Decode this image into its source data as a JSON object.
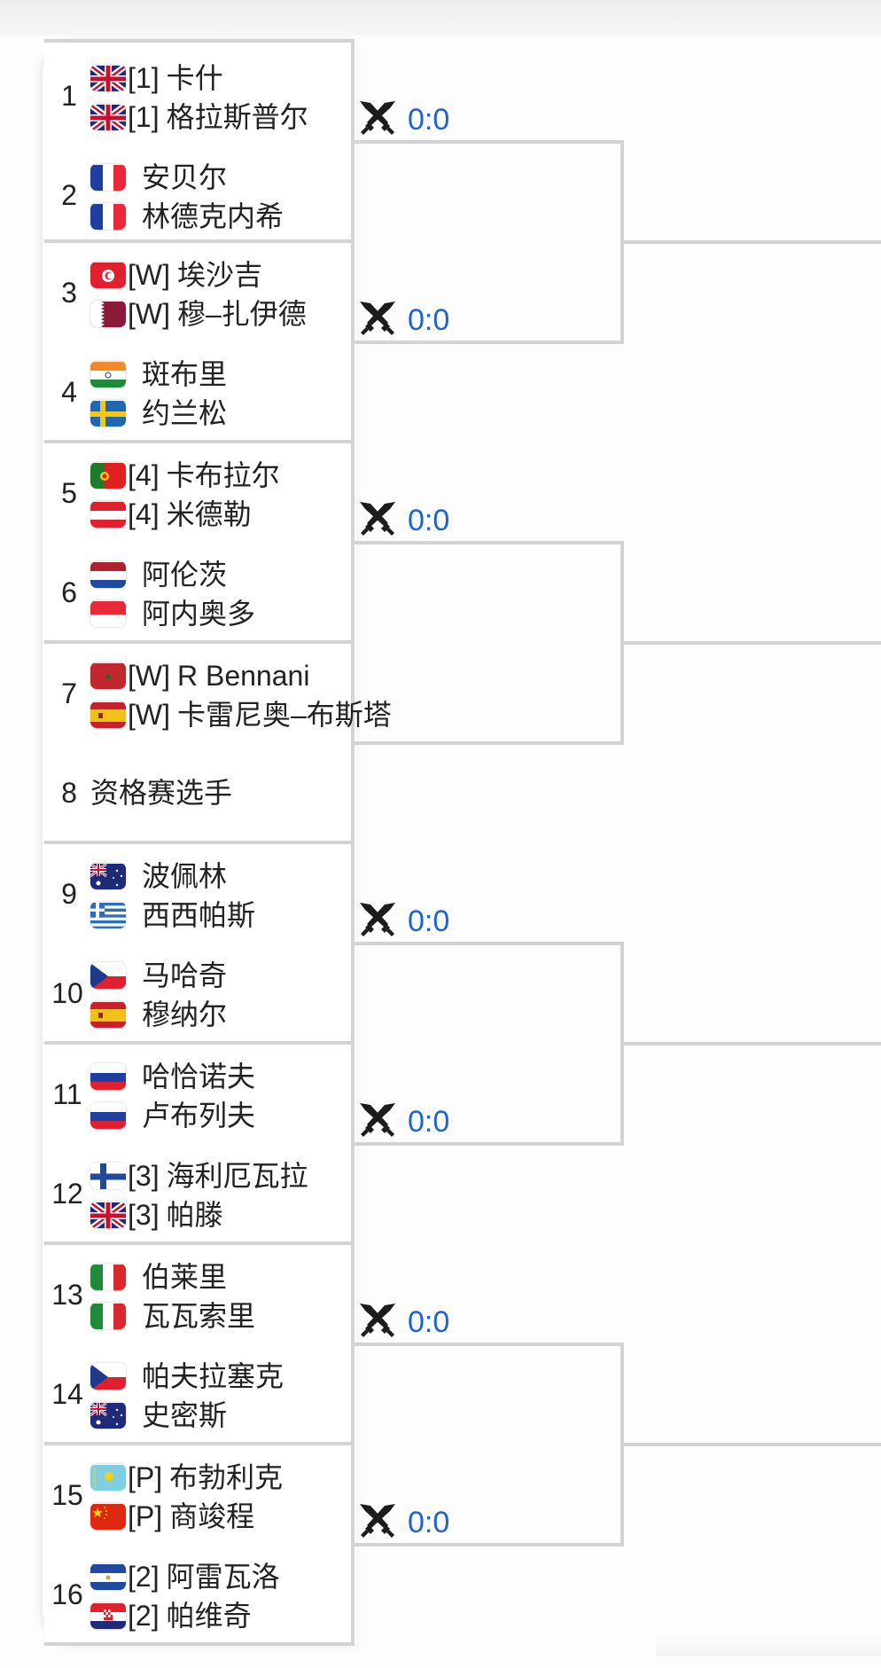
{
  "bracket": {
    "score_color": "#1e63d0",
    "line_color": "#d3d3d3",
    "matches": [
      {
        "score": "0:0",
        "entries": [
          {
            "num": "1",
            "players": [
              {
                "flag": "gb",
                "seed": "[1]",
                "name": "卡什"
              },
              {
                "flag": "gb",
                "seed": "[1]",
                "name": "格拉斯普尔"
              }
            ]
          },
          {
            "num": "2",
            "players": [
              {
                "flag": "fr",
                "seed": "",
                "name": "安贝尔"
              },
              {
                "flag": "fr",
                "seed": "",
                "name": "林德克内希"
              }
            ]
          }
        ]
      },
      {
        "score": "0:0",
        "entries": [
          {
            "num": "3",
            "players": [
              {
                "flag": "tn",
                "seed": "[W]",
                "name": "埃沙吉"
              },
              {
                "flag": "qa",
                "seed": "[W]",
                "name": "穆–扎伊德"
              }
            ]
          },
          {
            "num": "4",
            "players": [
              {
                "flag": "in",
                "seed": "",
                "name": "斑布里"
              },
              {
                "flag": "se",
                "seed": "",
                "name": "约兰松"
              }
            ]
          }
        ]
      },
      {
        "score": "0:0",
        "entries": [
          {
            "num": "5",
            "players": [
              {
                "flag": "pt",
                "seed": "[4]",
                "name": "卡布拉尔"
              },
              {
                "flag": "at",
                "seed": "[4]",
                "name": "米德勒"
              }
            ]
          },
          {
            "num": "6",
            "players": [
              {
                "flag": "nl",
                "seed": "",
                "name": "阿伦茨"
              },
              {
                "flag": "mc",
                "seed": "",
                "name": "阿内奥多"
              }
            ]
          }
        ]
      },
      {
        "score": "",
        "entries": [
          {
            "num": "7",
            "players": [
              {
                "flag": "ma",
                "seed": "[W]",
                "name": "R Bennani"
              },
              {
                "flag": "es",
                "seed": "[W]",
                "name": "卡雷尼奥–布斯塔"
              }
            ]
          },
          {
            "num": "8",
            "qualifier": "资格赛选手"
          }
        ]
      },
      {
        "score": "0:0",
        "entries": [
          {
            "num": "9",
            "players": [
              {
                "flag": "au",
                "seed": "",
                "name": "波佩林"
              },
              {
                "flag": "gr",
                "seed": "",
                "name": "西西帕斯"
              }
            ]
          },
          {
            "num": "10",
            "players": [
              {
                "flag": "cz",
                "seed": "",
                "name": "马哈奇"
              },
              {
                "flag": "es",
                "seed": "",
                "name": "穆纳尔"
              }
            ]
          }
        ]
      },
      {
        "score": "0:0",
        "entries": [
          {
            "num": "11",
            "players": [
              {
                "flag": "ru",
                "seed": "",
                "name": "哈恰诺夫"
              },
              {
                "flag": "ru",
                "seed": "",
                "name": "卢布列夫"
              }
            ]
          },
          {
            "num": "12",
            "players": [
              {
                "flag": "fi",
                "seed": "[3]",
                "name": "海利厄瓦拉"
              },
              {
                "flag": "gb",
                "seed": "[3]",
                "name": "帕滕"
              }
            ]
          }
        ]
      },
      {
        "score": "0:0",
        "entries": [
          {
            "num": "13",
            "players": [
              {
                "flag": "it",
                "seed": "",
                "name": "伯莱里"
              },
              {
                "flag": "it",
                "seed": "",
                "name": "瓦瓦索里"
              }
            ]
          },
          {
            "num": "14",
            "players": [
              {
                "flag": "cz",
                "seed": "",
                "name": "帕夫拉塞克"
              },
              {
                "flag": "au",
                "seed": "",
                "name": "史密斯"
              }
            ]
          }
        ]
      },
      {
        "score": "0:0",
        "entries": [
          {
            "num": "15",
            "players": [
              {
                "flag": "kz",
                "seed": "[P]",
                "name": "布勃利克"
              },
              {
                "flag": "cn",
                "seed": "[P]",
                "name": "商竣程"
              }
            ]
          },
          {
            "num": "16",
            "players": [
              {
                "flag": "sv",
                "seed": "[2]",
                "name": "阿雷瓦洛"
              },
              {
                "flag": "hr",
                "seed": "[2]",
                "name": "帕维奇"
              }
            ]
          }
        ]
      }
    ]
  }
}
